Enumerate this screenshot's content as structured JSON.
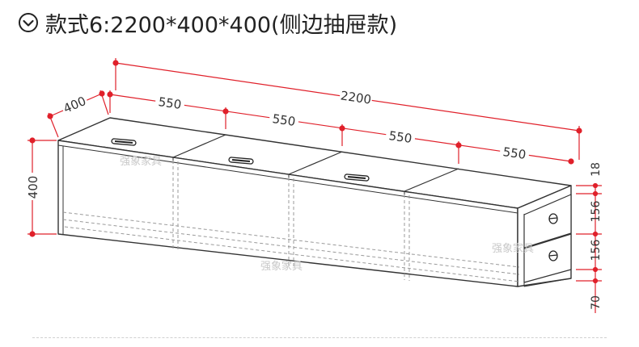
{
  "title": {
    "text": "款式6:2200*400*400(侧边抽屉款)",
    "icon": "chevron-down-circle-icon"
  },
  "colors": {
    "dimension": "#e0202a",
    "outline": "#333333",
    "hidden_line": "#9a9a9a"
  },
  "dimensions": {
    "total_length": "2200",
    "depth": "400",
    "height": "400",
    "sections": [
      "550",
      "550",
      "550",
      "550"
    ],
    "side_stack": [
      "18",
      "156",
      "156",
      "70"
    ]
  },
  "watermarks": [
    "强象家具",
    "强象家具",
    "强象家具"
  ]
}
